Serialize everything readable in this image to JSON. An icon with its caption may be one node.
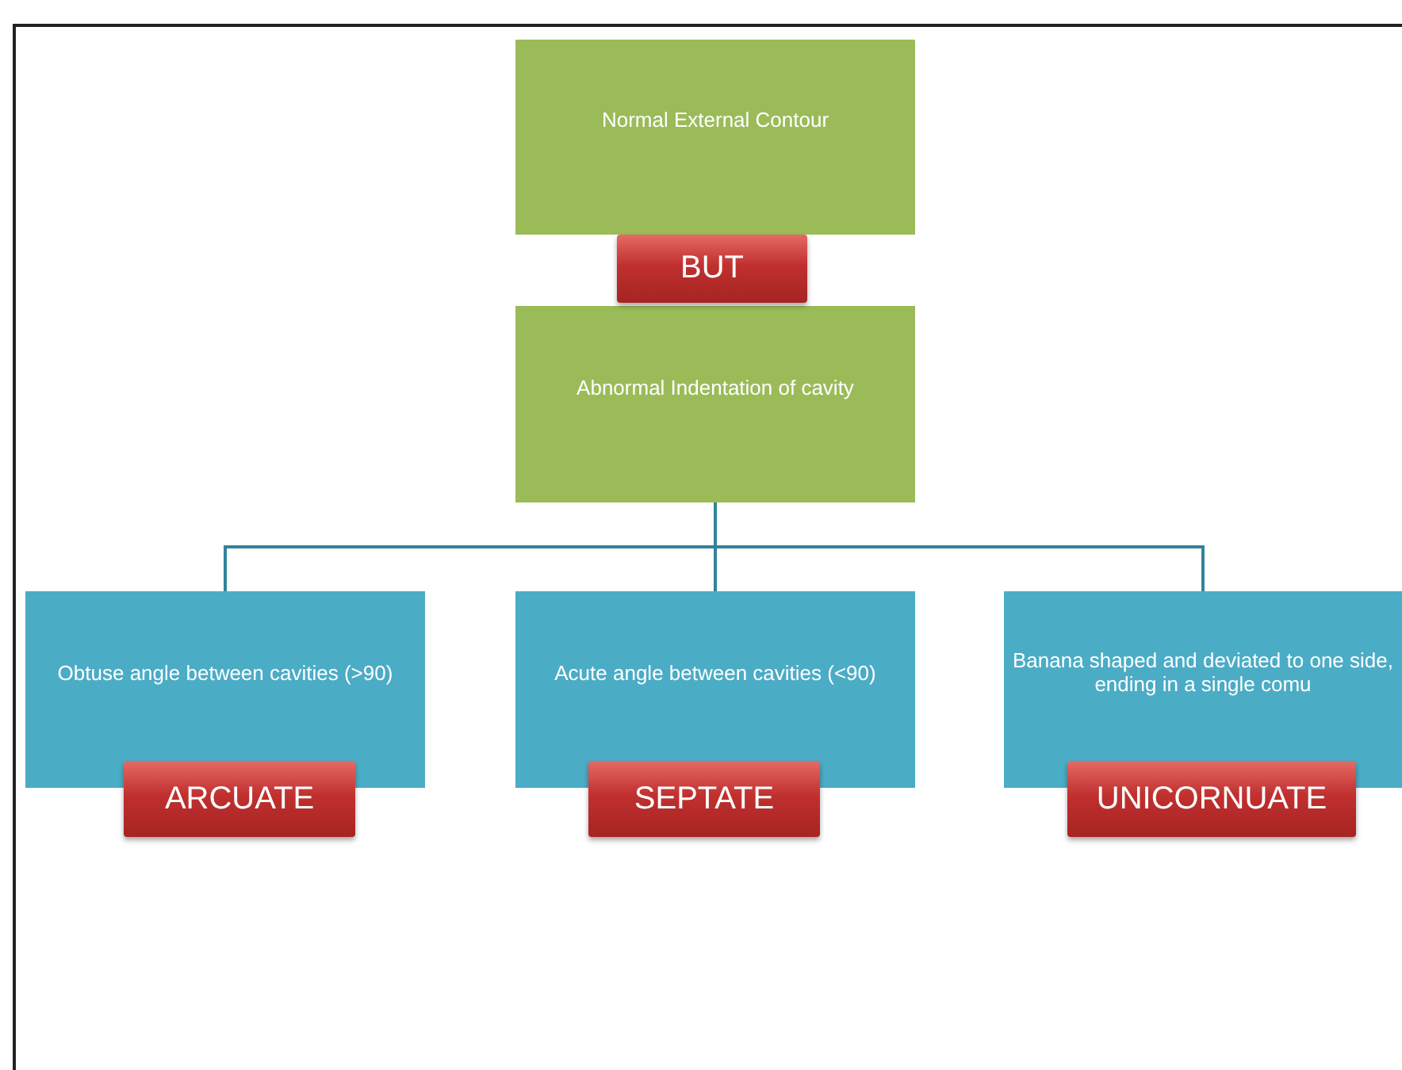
{
  "diagram": {
    "nodes": [
      {
        "text": [
          "Normal External Contour"
        ]
      },
      {
        "text": [
          "BUT"
        ]
      },
      {
        "text": [
          "Abnormal Indentation of cavity"
        ]
      },
      {
        "text": [
          "Obtuse angle between cavities (>90)"
        ]
      },
      {
        "text": [
          "ARCUATE"
        ]
      },
      {
        "text": [
          "Acute angle between cavities (<90)"
        ]
      },
      {
        "text": [
          "SEPTATE"
        ]
      },
      {
        "text": [
          "Banana shaped and deviated to one side, ending in a single comu"
        ]
      },
      {
        "text": [
          "UNICORNUATE"
        ]
      }
    ],
    "edges": [
      {
        "from": 2,
        "to": 3,
        "arrow": "none"
      },
      {
        "from": 2,
        "to": 5,
        "arrow": "none"
      },
      {
        "from": 2,
        "to": 7,
        "arrow": "none"
      }
    ]
  }
}
